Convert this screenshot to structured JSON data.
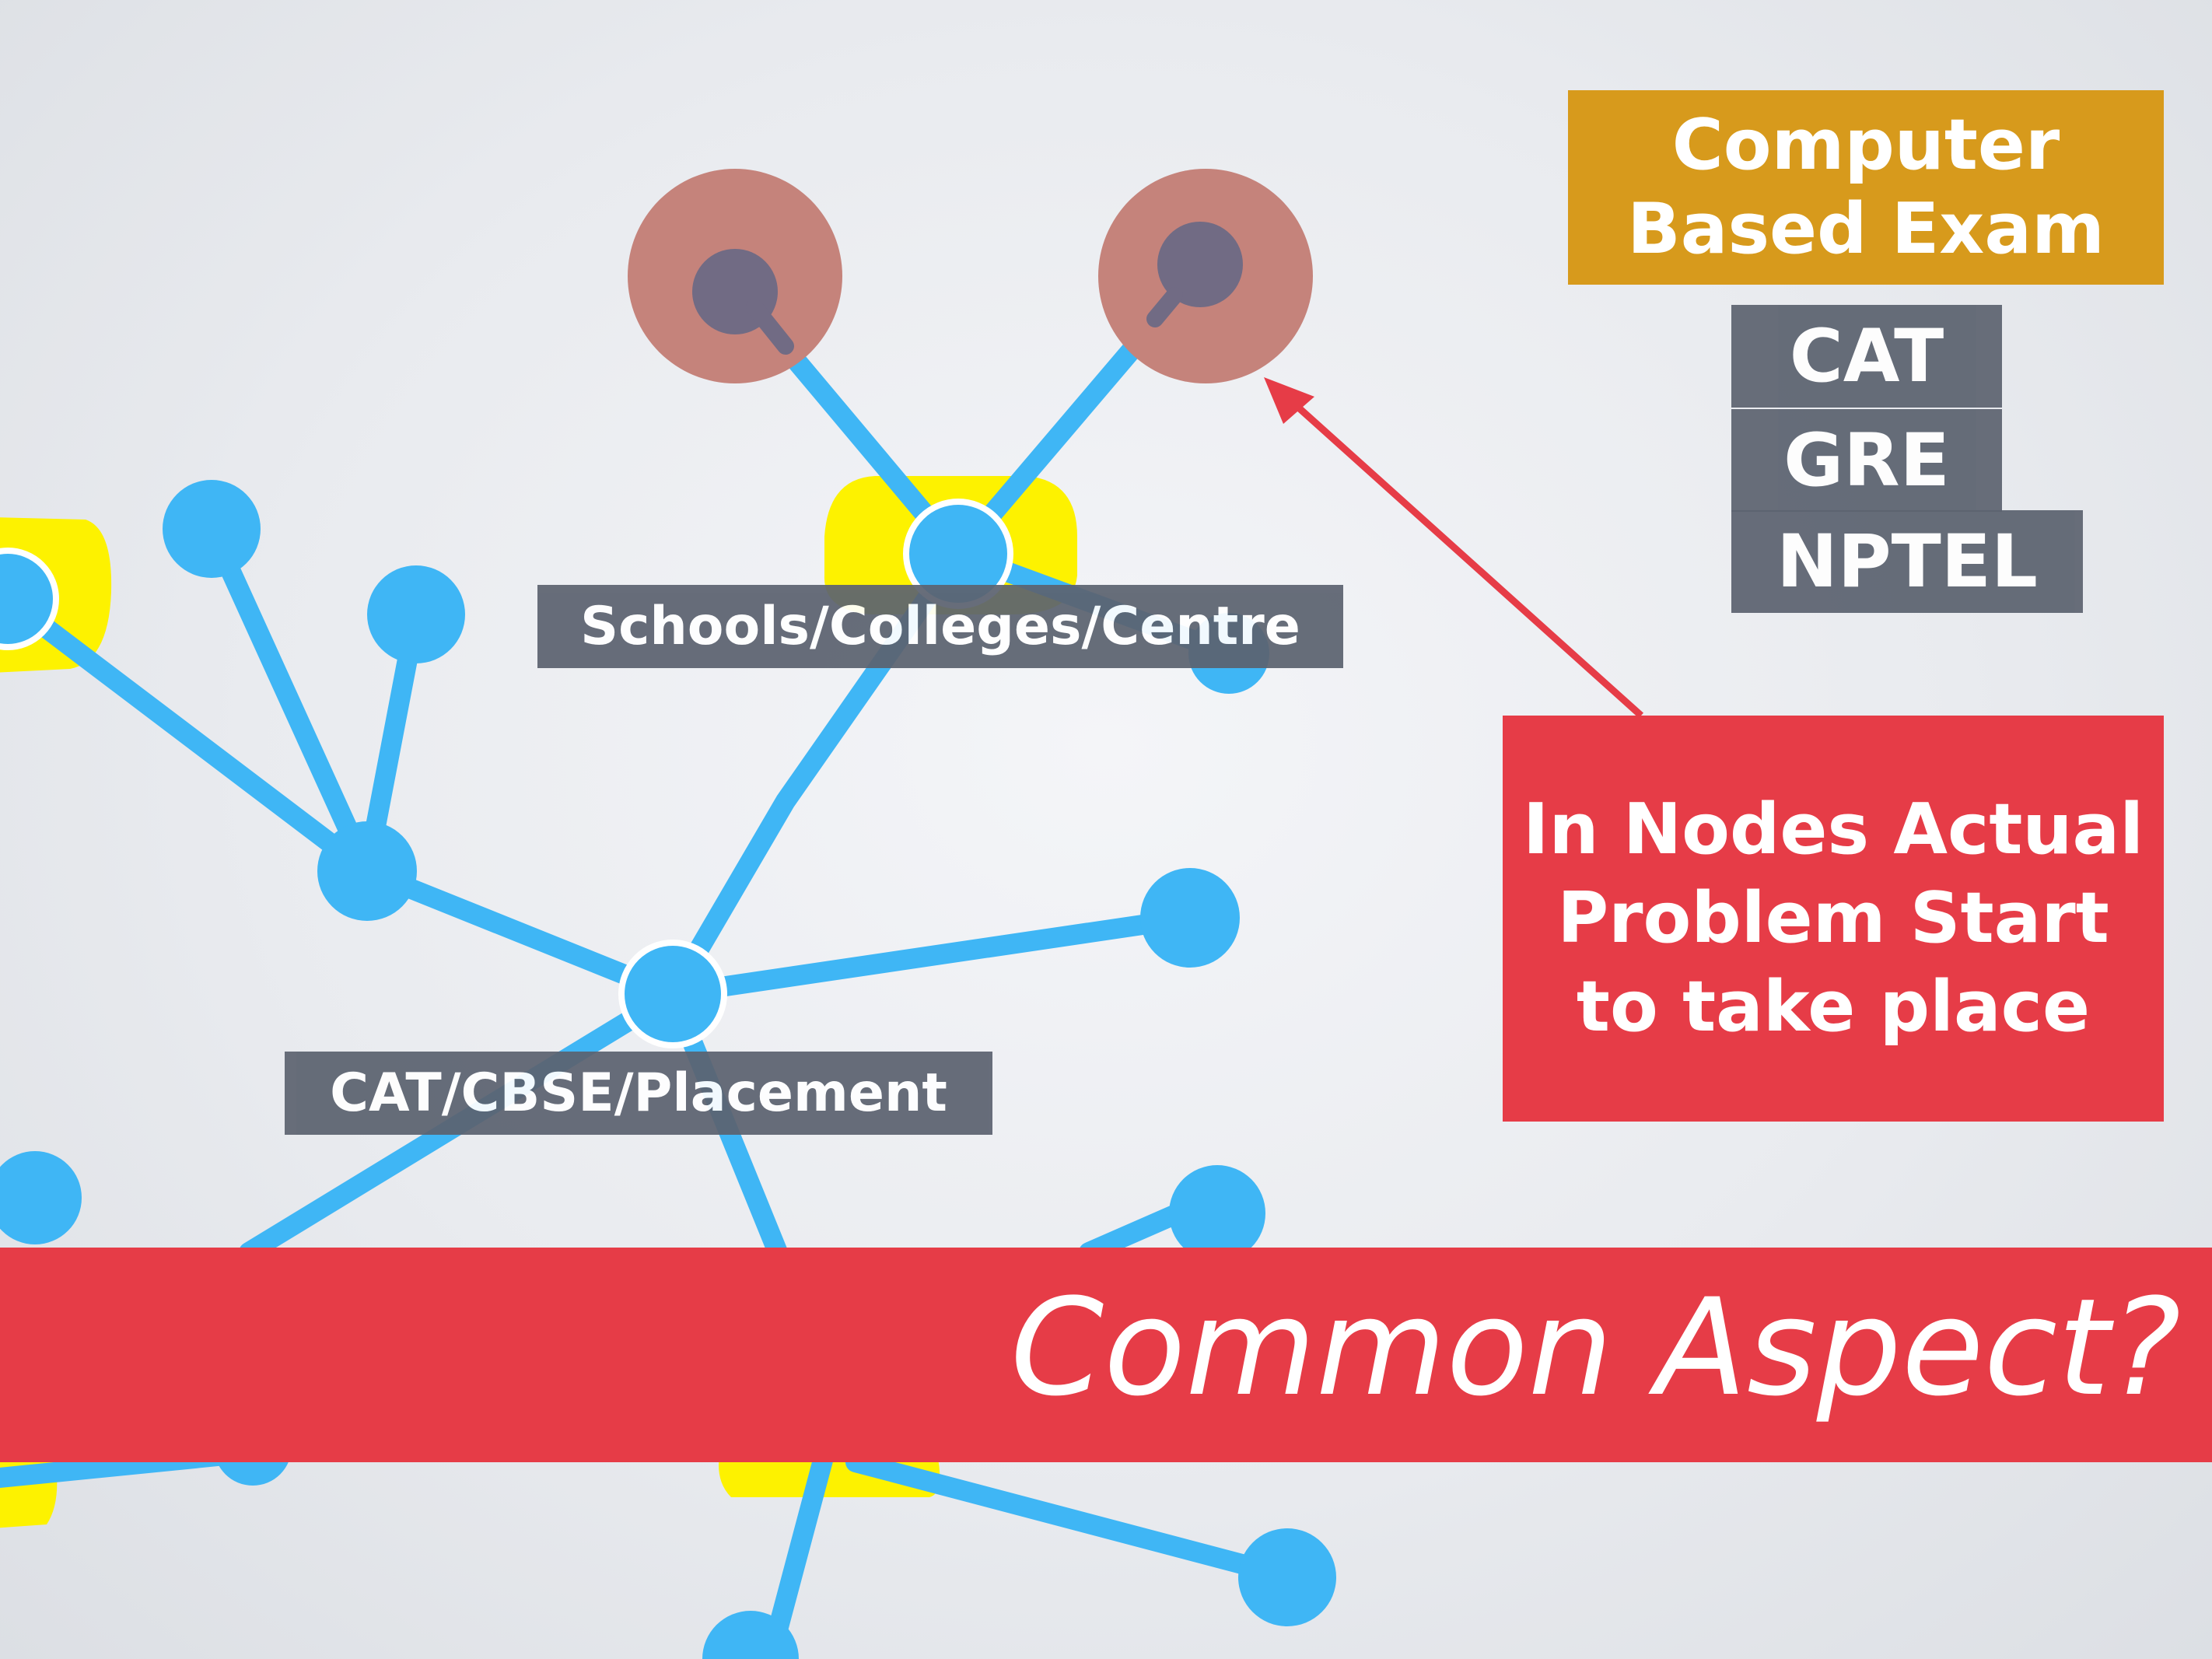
{
  "labels": {
    "schools": "Schools/Colleges/Centre",
    "cat_cbse": "CAT/CBSE/Placement"
  },
  "computer_exam": {
    "title_line1": "Computer",
    "title_line2": "Based Exam",
    "items": [
      "CAT",
      "GRE",
      "NPTEL"
    ]
  },
  "callout": {
    "line1": "In Nodes Actual",
    "line2": "Problem Start",
    "line3": "to take place"
  },
  "banner": {
    "text": "Common Aspect?"
  },
  "colors": {
    "node": "#3fb6f5",
    "highlight": "#fdf200",
    "endpoint_outer": "#c5837b",
    "endpoint_inner": "#716b84",
    "label_bg": "#5c6370",
    "exam_title_bg": "#d79a1c",
    "accent_red": "#e63c47"
  }
}
